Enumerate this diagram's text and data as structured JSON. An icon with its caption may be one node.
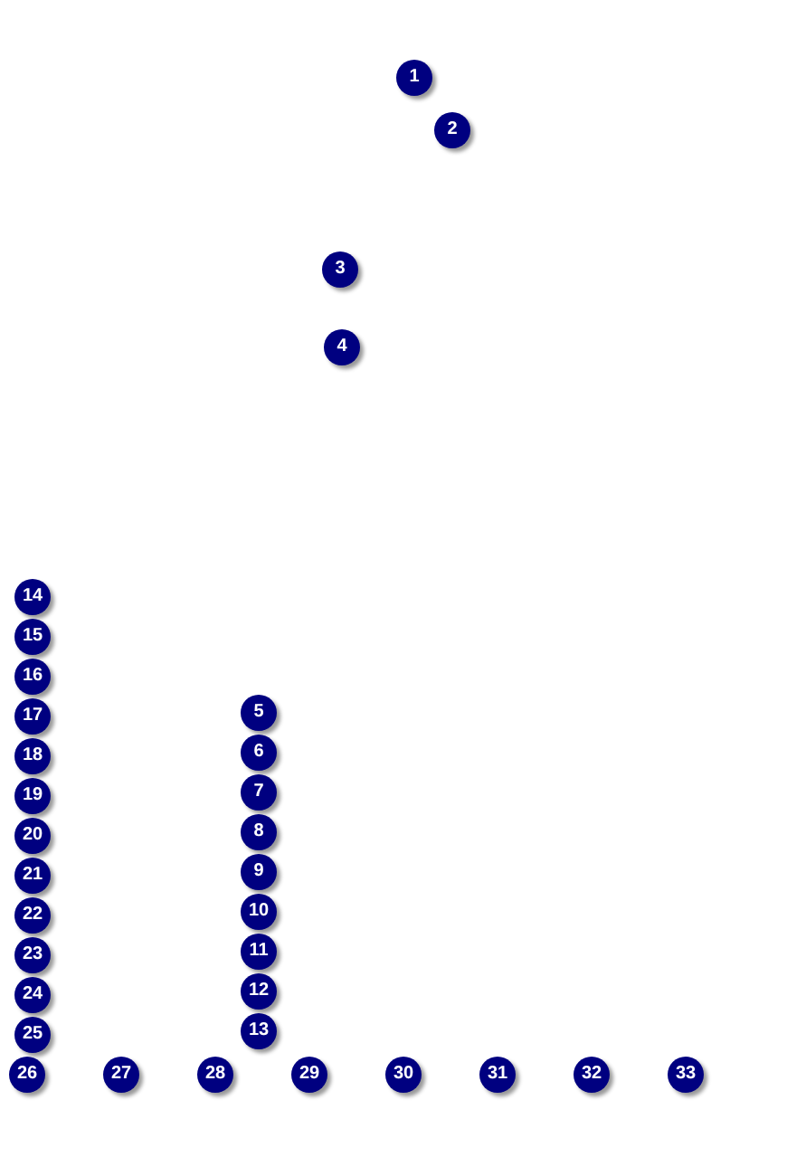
{
  "diagram": {
    "nodes": [
      {
        "text": [
          "1"
        ]
      },
      {
        "text": [
          "2"
        ]
      },
      {
        "text": [
          "3"
        ]
      },
      {
        "text": [
          "4"
        ]
      },
      {
        "text": [
          "5"
        ]
      },
      {
        "text": [
          "6"
        ]
      },
      {
        "text": [
          "7"
        ]
      },
      {
        "text": [
          "8"
        ]
      },
      {
        "text": [
          "9"
        ]
      },
      {
        "text": [
          "10"
        ]
      },
      {
        "text": [
          "11"
        ]
      },
      {
        "text": [
          "12"
        ]
      },
      {
        "text": [
          "13"
        ]
      },
      {
        "text": [
          "14"
        ]
      },
      {
        "text": [
          "15"
        ]
      },
      {
        "text": [
          "16"
        ]
      },
      {
        "text": [
          "17"
        ]
      },
      {
        "text": [
          "18"
        ]
      },
      {
        "text": [
          "19"
        ]
      },
      {
        "text": [
          "20"
        ]
      },
      {
        "text": [
          "21"
        ]
      },
      {
        "text": [
          "22"
        ]
      },
      {
        "text": [
          "23"
        ]
      },
      {
        "text": [
          "24"
        ]
      },
      {
        "text": [
          "25"
        ]
      },
      {
        "text": [
          "26"
        ]
      },
      {
        "text": [
          "27"
        ]
      },
      {
        "text": [
          "28"
        ]
      },
      {
        "text": [
          "29"
        ]
      },
      {
        "text": [
          "30"
        ]
      },
      {
        "text": [
          "31"
        ]
      },
      {
        "text": [
          "32"
        ]
      },
      {
        "text": [
          "33"
        ]
      }
    ]
  }
}
